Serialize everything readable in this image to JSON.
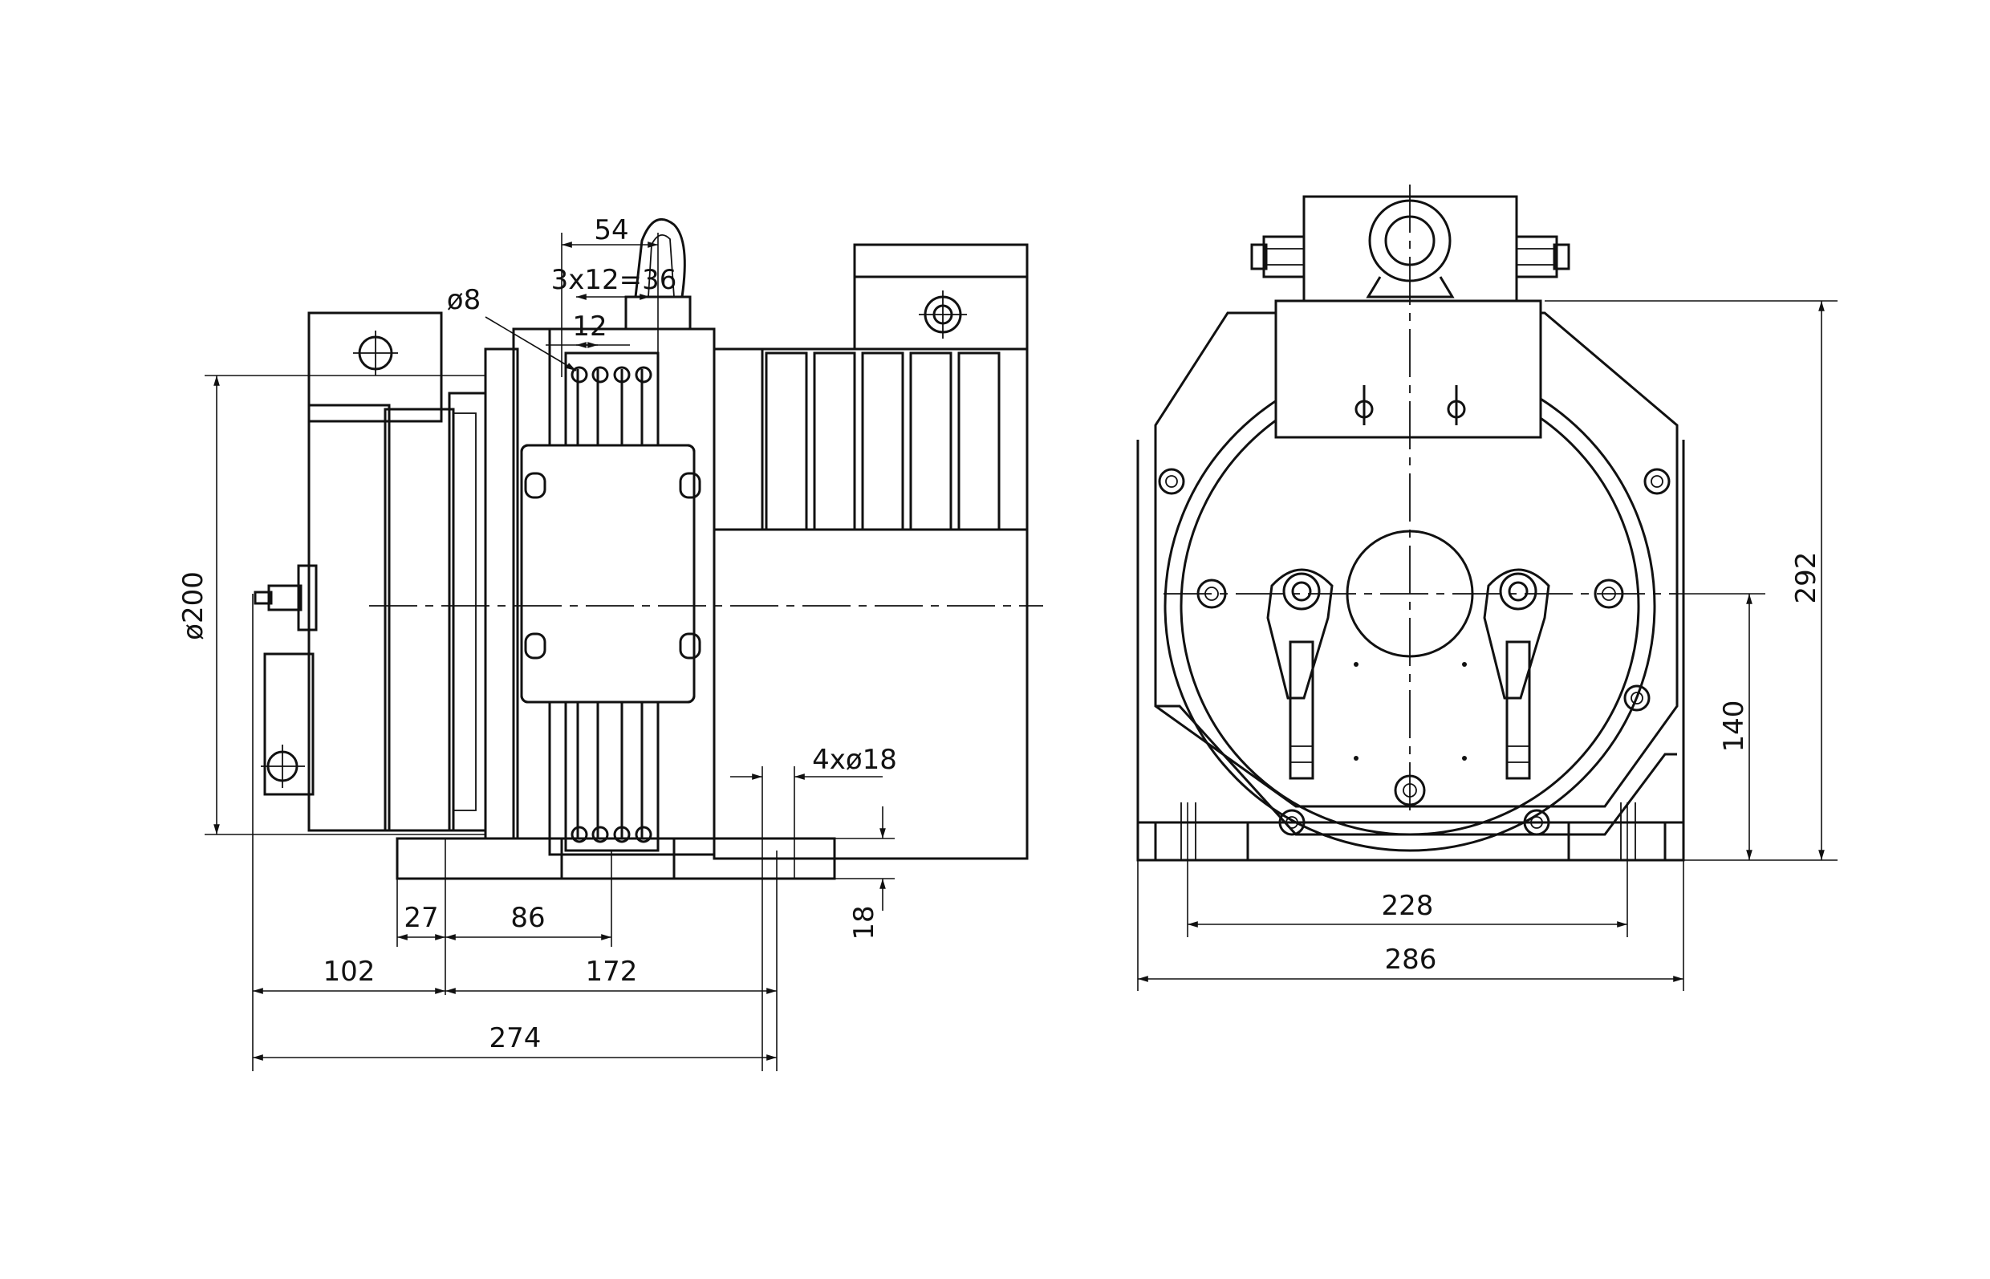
{
  "side_view": {
    "dimensions": {
      "d54": "54",
      "d3x12": "3x12=36",
      "d_phi8": "ø8",
      "d12": "12",
      "d_phi200": "ø200",
      "d4x18": "4xø18",
      "d27": "27",
      "d86": "86",
      "d18": "18",
      "d102": "102",
      "d172": "172",
      "d274": "274"
    }
  },
  "front_view": {
    "dimensions": {
      "d292": "292",
      "d140": "140",
      "d228": "228",
      "d286": "286"
    }
  },
  "colors": {
    "line": "#111111",
    "background": "#ffffff"
  }
}
